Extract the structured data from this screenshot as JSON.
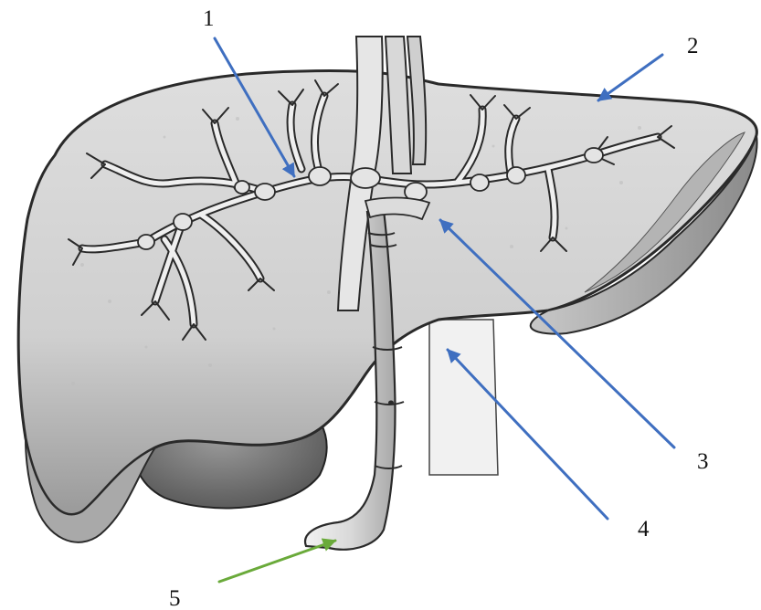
{
  "labels": {
    "l1": "1",
    "l2": "2",
    "l3": "3",
    "l4": "4",
    "l5": "5"
  },
  "colors": {
    "arrow_blue": "#3f6fc0",
    "arrow_green": "#6aaa3a",
    "liver_fill": "#d4d4d4",
    "liver_shadow": "#8e8e8e",
    "duct_fill": "#e8e8e8",
    "outline": "#2a2a2a"
  },
  "icons": {
    "arrow_1": "arrow-icon",
    "arrow_2": "arrow-icon",
    "arrow_3": "arrow-icon",
    "arrow_4": "arrow-icon",
    "arrow_5": "arrow-icon"
  }
}
